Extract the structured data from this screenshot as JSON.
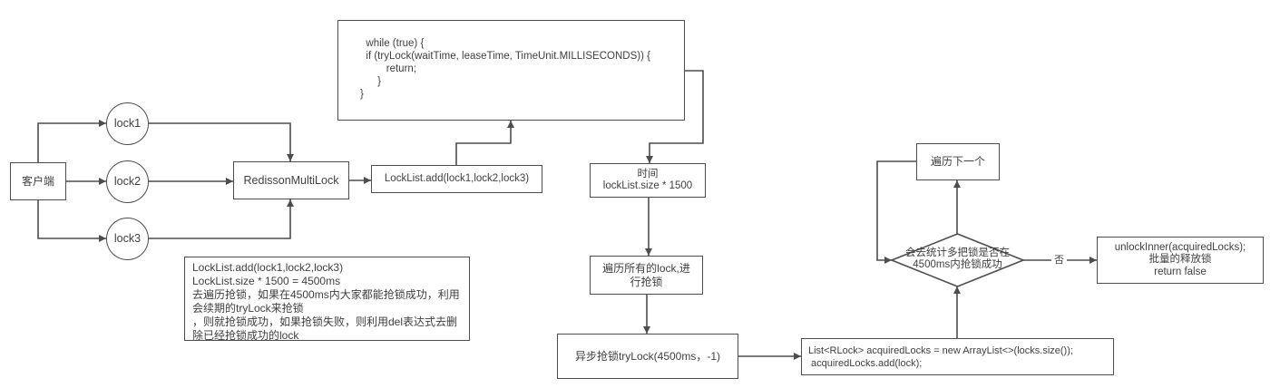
{
  "colors": {
    "line": "#4d4d4d",
    "text": "#3f3f3f",
    "background": "#ffffff"
  },
  "nodes": {
    "client": "客户端",
    "lock1": "lock1",
    "lock2": "lock2",
    "lock3": "lock3",
    "multilock": "RedissonMultiLock",
    "locklist_add": "LockList.add(lock1,lock2,lock3)",
    "while_code": "  while (true) {\n  if (tryLock(waitTime, leaseTime, TimeUnit.MILLISECONDS)) {\n         return;\n      }\n}",
    "time": "时间\nlockList.size * 1500",
    "traverse_all": "遍历所有的lock,进行抢锁",
    "async_trylock": "异步抢锁tryLock(4500ms，-1)",
    "acquired_locks": "List<RLock> acquiredLocks = new ArrayList<>(locks.size());\n acquiredLocks.add(lock);",
    "next_one": "遍历下一个",
    "decision": "会去统计多把锁是否在\n4500ms内抢锁成功",
    "unlock_inner": "unlockInner(acquiredLocks);\n批量的释放锁\nreturn false",
    "notes": "LockList.add(lock1,lock2,lock3)\nLockList.size * 1500 = 4500ms\n去遍历抢锁，如果在4500ms内大家都能抢锁成功，利用会续期的tryLock来抢锁\n，则就抢锁成功，如果抢锁失败，则利用del表达式去删除已经抢锁成功的lock"
  },
  "edge_labels": {
    "no": "否"
  }
}
